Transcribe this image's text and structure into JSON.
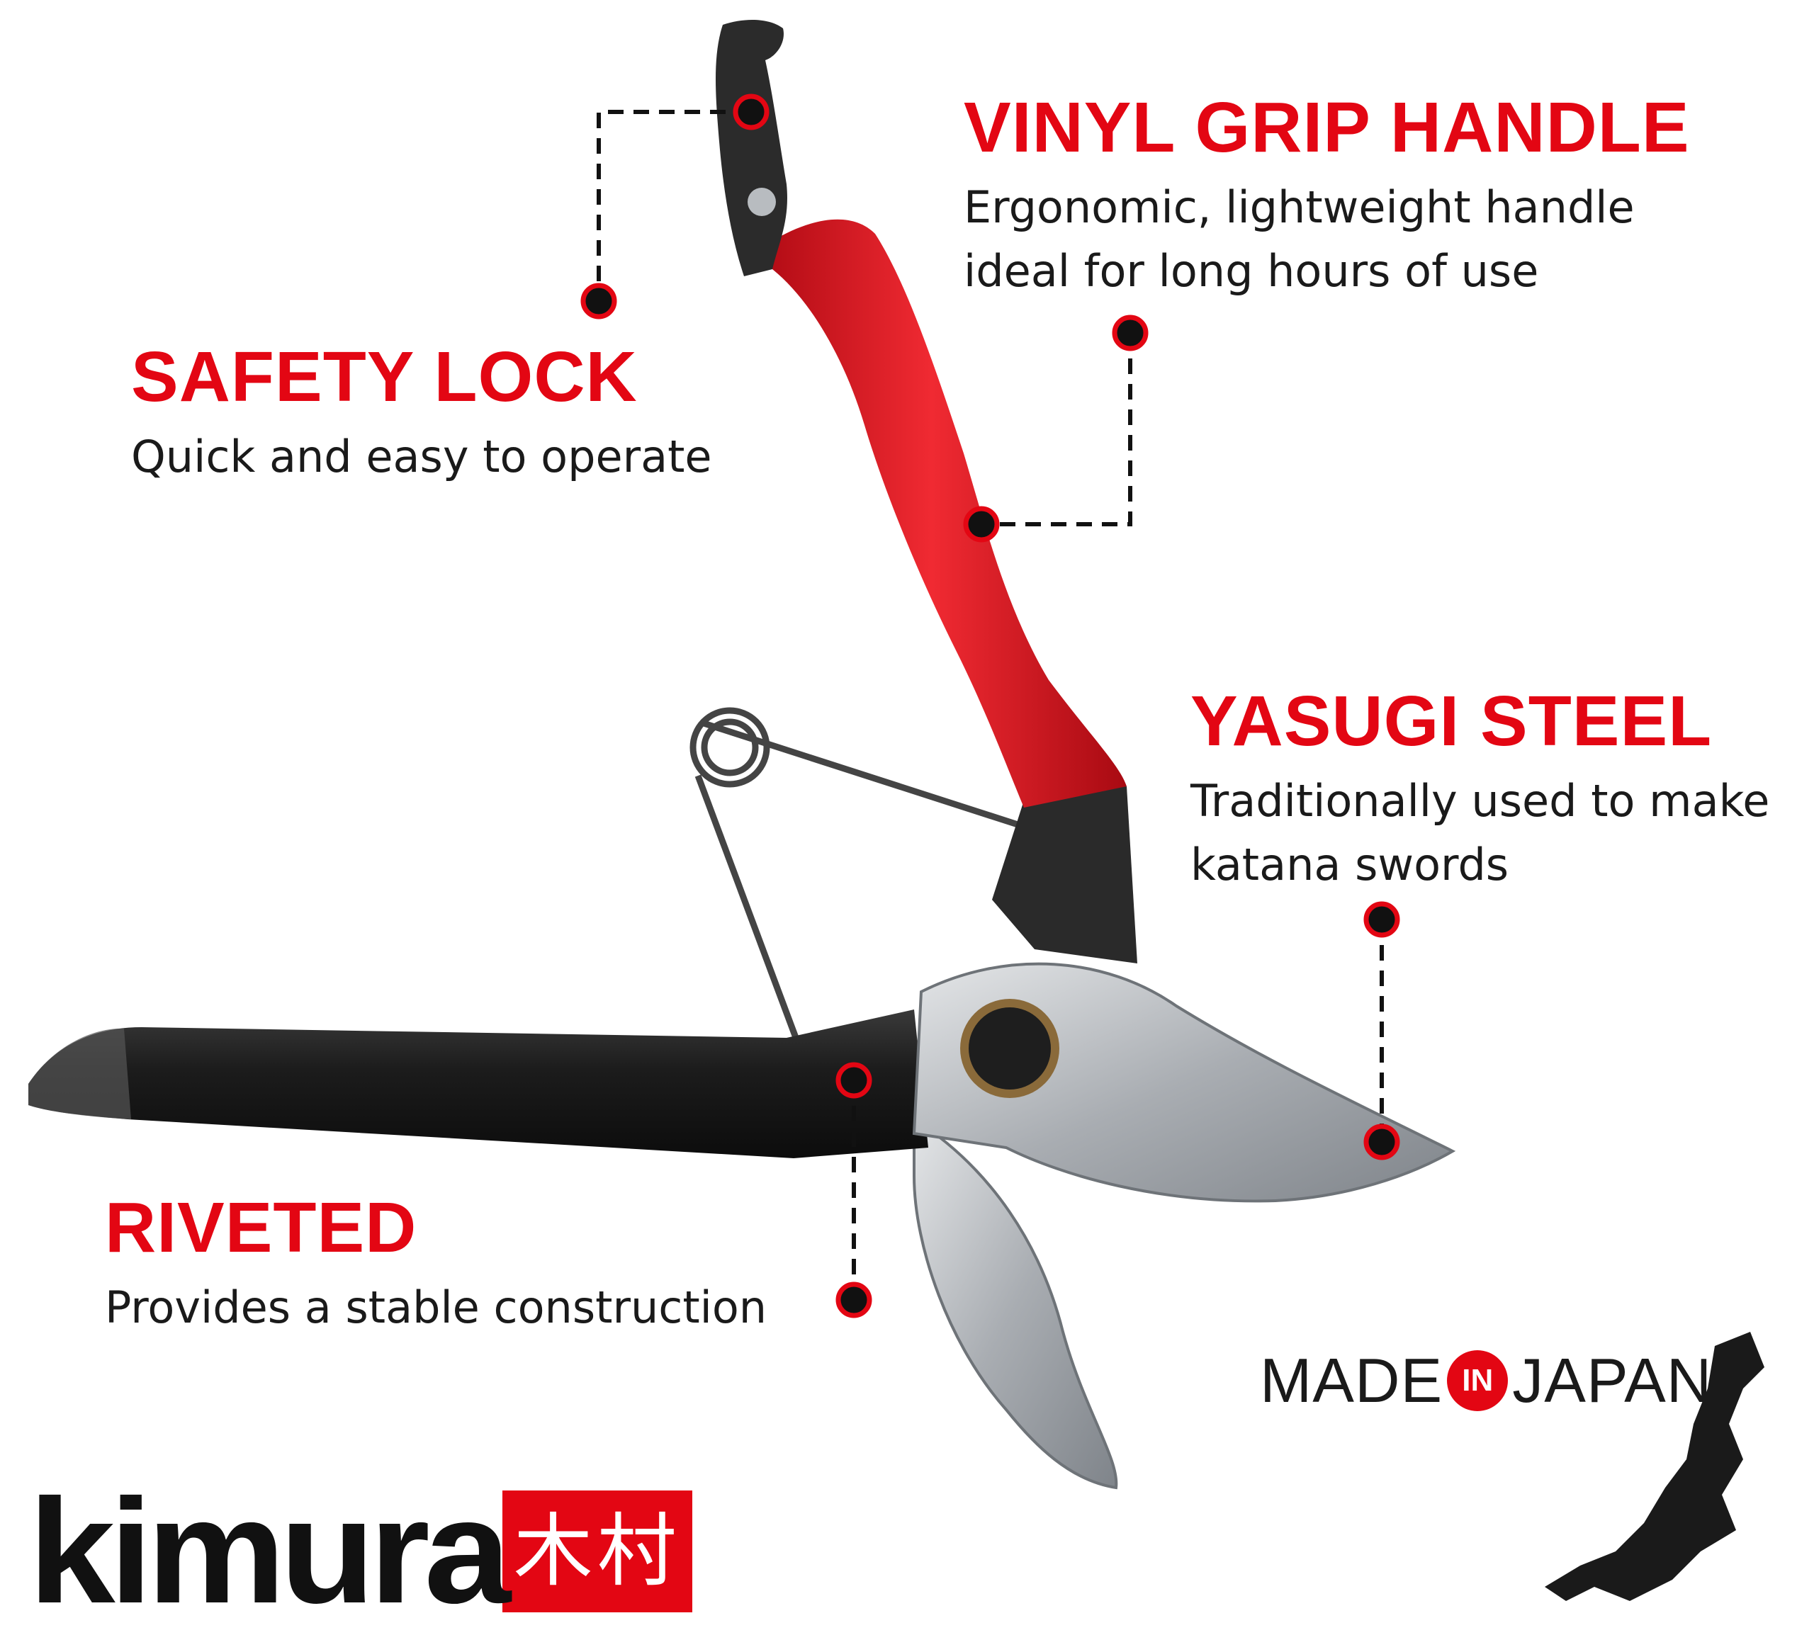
{
  "features": {
    "safety_lock": {
      "title": "SAFETY LOCK",
      "description": "Quick and easy to operate"
    },
    "vinyl_grip": {
      "title": "VINYL GRIP HANDLE",
      "line1": "Ergonomic, lightweight handle",
      "line2": "ideal for long hours of use"
    },
    "yasugi_steel": {
      "title": "YASUGI STEEL",
      "line1": "Traditionally used to make",
      "line2": "katana swords"
    },
    "riveted": {
      "title": "RIVETED",
      "description": "Provides a stable construction"
    }
  },
  "brand": {
    "name": "kimura",
    "kanji": "木村"
  },
  "badge": {
    "made": "MADE",
    "in": "IN",
    "country": "JAPAN"
  },
  "colors": {
    "accent": "#e30613",
    "handle_red": "#d8141f",
    "handle_black": "#1c1c1c",
    "blade": "#b9bcc0"
  },
  "icons": [
    "japan-map-icon",
    "callout-dot-icon"
  ]
}
